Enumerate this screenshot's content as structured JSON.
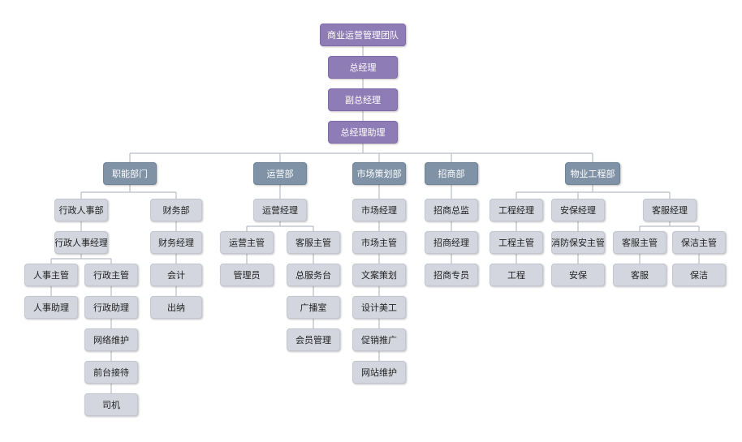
{
  "colors": {
    "exec": "#8e7cb6",
    "dept": "#7f92a6",
    "role": "#d3d6de",
    "connector": "#b8bcc4"
  },
  "top": {
    "team": "商业运营管理团队",
    "gm": "总经理",
    "deputy_gm": "副总经理",
    "gm_assistant": "总经理助理"
  },
  "departments": {
    "functional": {
      "name": "职能部门",
      "hr_dept": "行政人事部",
      "hr_manager": "行政人事经理",
      "hr_supervisor": "人事主管",
      "hr_assistant": "人事助理",
      "admin_supervisor": "行政主管",
      "admin_assistant": "行政助理",
      "network_maintenance": "网络维护",
      "reception": "前台接待",
      "driver": "司机",
      "finance_dept": "财务部",
      "finance_manager": "财务经理",
      "accountant": "会计",
      "cashier": "出纳"
    },
    "operations": {
      "name": "运营部",
      "manager": "运营经理",
      "ops_supervisor": "运营主管",
      "administrator": "管理员",
      "cs_supervisor": "客服主管",
      "service_desk": "总服务台",
      "broadcast_room": "广播室",
      "member_management": "会员管理"
    },
    "marketing": {
      "name": "市场策划部",
      "manager": "市场经理",
      "supervisor": "市场主管",
      "copywriting": "文案策划",
      "design": "设计美工",
      "promotion": "促销推广",
      "website": "网站维护"
    },
    "leasing": {
      "name": "招商部",
      "director": "招商总监",
      "manager": "招商经理",
      "specialist": "招商专员"
    },
    "property": {
      "name": "物业工程部",
      "eng_manager": "工程经理",
      "eng_supervisor": "工程主管",
      "engineering": "工程",
      "security_manager": "安保经理",
      "fire_security_supervisor": "消防保安主管",
      "security": "安保",
      "cs_manager": "客服经理",
      "cs_supervisor": "客服主管",
      "customer_service": "客服",
      "cleaning_supervisor": "保洁主管",
      "cleaning": "保洁"
    }
  }
}
